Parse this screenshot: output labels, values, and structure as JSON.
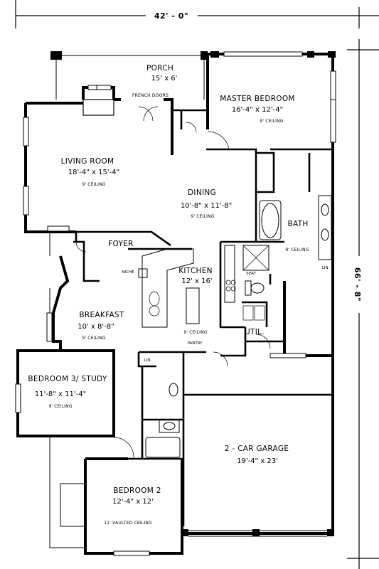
{
  "dimensions": {
    "width": "42' - 0\"",
    "depth": "66' - 8\""
  },
  "rooms": {
    "porch": {
      "name": "PORCH",
      "size": "15' x 6'"
    },
    "master_bedroom": {
      "name": "MASTER BEDROOM",
      "size": "16'-4\" x 12'-4\"",
      "ceiling": "9' CEILING"
    },
    "living_room": {
      "name": "LIVING ROOM",
      "size": "18'-4\" x 15'-4\"",
      "ceiling": "9' CEILING"
    },
    "dining": {
      "name": "DINING",
      "size": "10'-8\" x 11'-8\"",
      "ceiling": "9' CEILING"
    },
    "bath": {
      "name": "BATH",
      "ceiling": "9' CEILING"
    },
    "foyer": {
      "name": "FOYER"
    },
    "kitchen": {
      "name": "KITCHEN",
      "size": "12' x 16'",
      "ceiling": "9' CEILING"
    },
    "breakfast": {
      "name": "BREAKFAST",
      "size": "10' x 8'-8\"",
      "ceiling": "9' CEILING"
    },
    "bedroom3": {
      "name": "BEDROOM 3/ STUDY",
      "size": "11'-8\" x 11'-4\"",
      "ceiling": "9' CEILING"
    },
    "garage": {
      "name": "2 - CAR GARAGE",
      "size": "19'-4\" x 23'"
    },
    "bedroom2": {
      "name": "BEDROOM 2",
      "size": "12'-4\" x 12'",
      "ceiling": "11' VAULTED CEILING"
    }
  },
  "labels": {
    "french_doors": "FRENCH DOORS",
    "niche": "NICHE",
    "pantry": "PANTRY",
    "util": "UTIL.",
    "seat": "SEAT",
    "lin1": "LIN.",
    "lin2": "LIN."
  }
}
